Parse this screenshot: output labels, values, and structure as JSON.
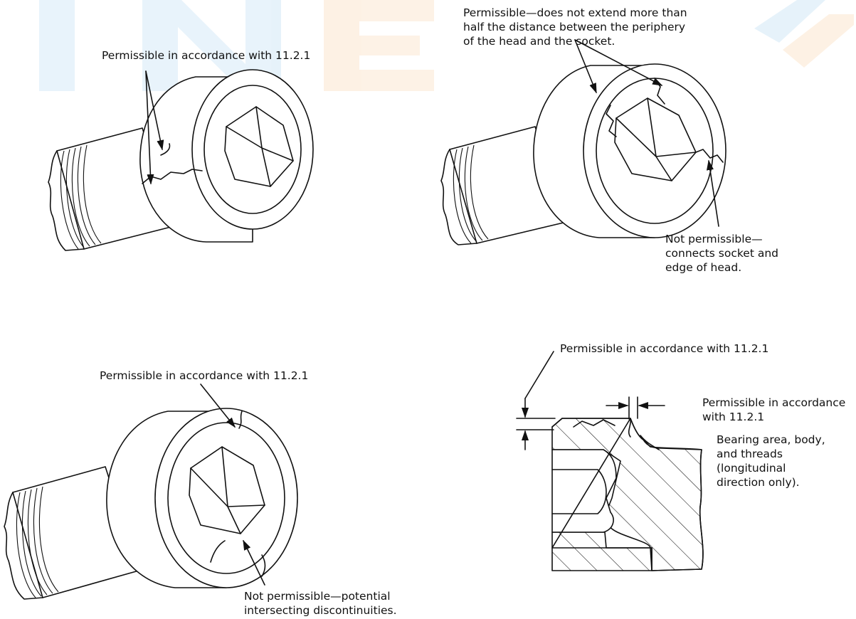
{
  "watermark": {
    "text": "INE",
    "color_orange": "#f39a3a",
    "color_blue": "#4aa3df"
  },
  "annotations": {
    "fig1_top": "Permissible in accordance with 11.2.1",
    "fig2_top": "Permissible—does not extend more than\nhalf the distance between the periphery\nof the head and the socket.",
    "fig2_bottom": "Not permissible—\nconnects socket and\nedge of head.",
    "fig3_top": "Permissible in accordance with 11.2.1",
    "fig3_bottom": "Not permissible—potential\nintersecting discontinuities.",
    "fig4_top": "Permissible in accordance with 11.2.1",
    "fig4_right": "Permissible in accordance\nwith 11.2.1",
    "fig4_note": "Bearing area, body,\nand threads\n(longitudinal\ndirection only)."
  },
  "colors": {
    "line": "#111111",
    "background": "#ffffff"
  }
}
